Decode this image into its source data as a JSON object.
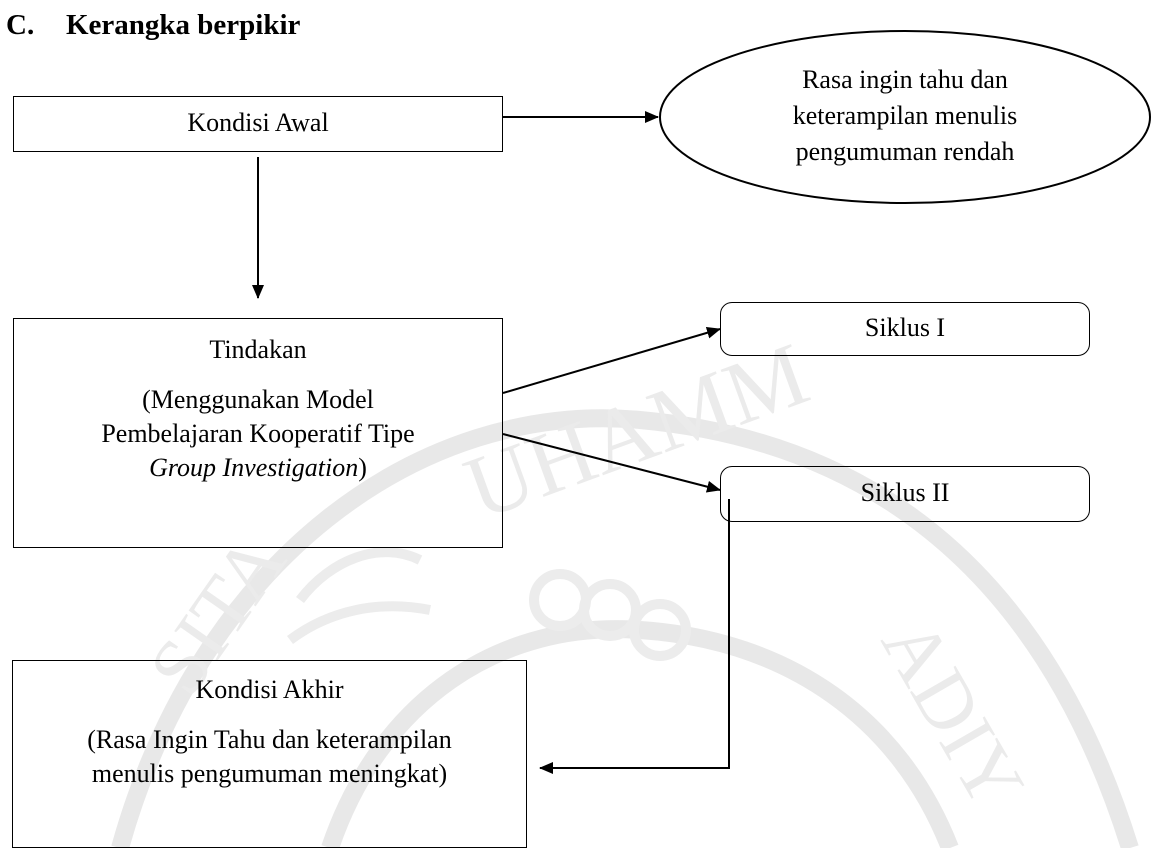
{
  "section": {
    "number": "C.",
    "title": "Kerangka berpikir"
  },
  "nodes": {
    "kondisi_awal": {
      "label": "Kondisi Awal"
    },
    "rasa_ingin_tahu": {
      "lines": [
        "Rasa ingin tahu dan",
        "keterampilan menulis",
        "pengumuman rendah"
      ]
    },
    "tindakan": {
      "title": "Tindakan",
      "line1": "(Menggunakan Model",
      "line2": "Pembelajaran Kooperatif Tipe",
      "line3_italic": "Group Investigation",
      "line3_suffix": ")"
    },
    "siklus_1": {
      "label": "Siklus I"
    },
    "siklus_2": {
      "label": "Siklus II"
    },
    "kondisi_akhir": {
      "title": "Kondisi Akhir",
      "line1": "(Rasa Ingin Tahu dan keterampilan",
      "line2": "menulis pengumuman meningkat)"
    }
  },
  "colors": {
    "stroke": "#000000",
    "watermark": "#e6e6e6"
  }
}
